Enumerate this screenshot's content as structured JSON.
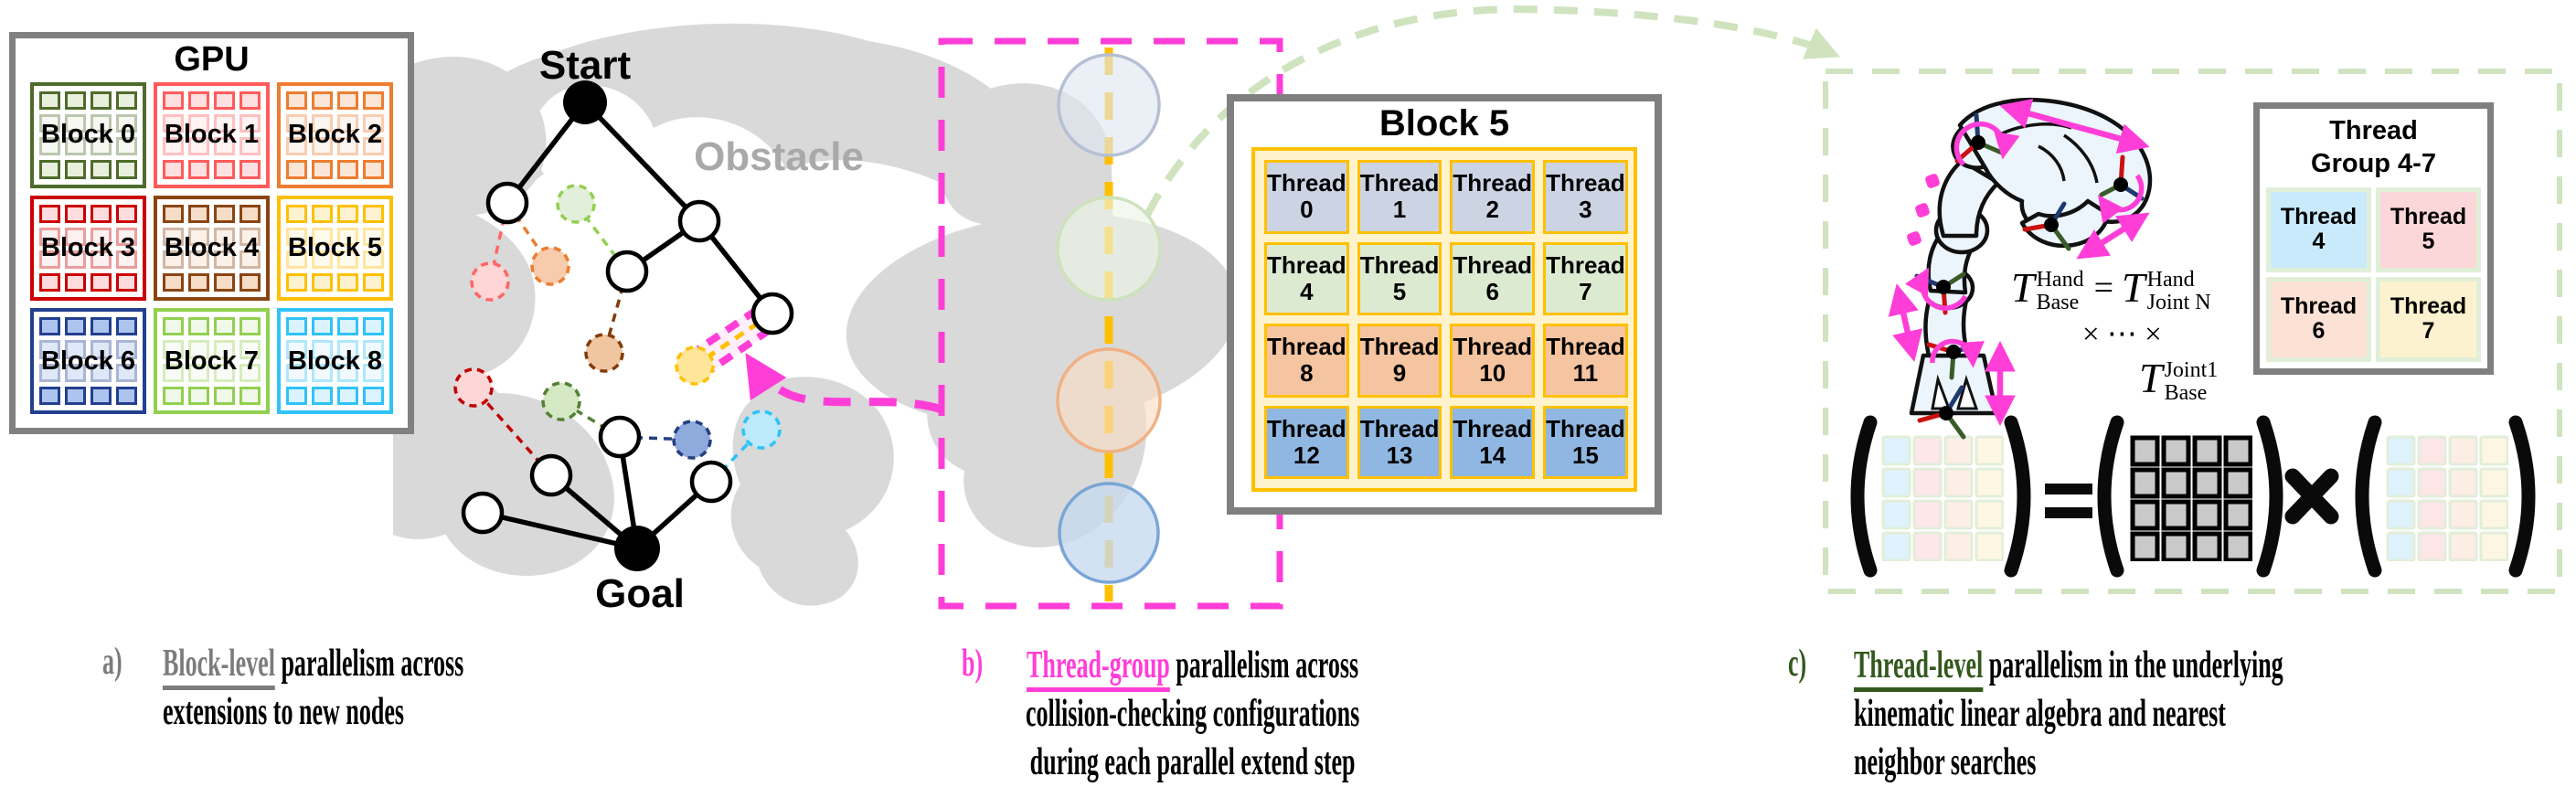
{
  "panel_a": {
    "gpu": {
      "title": "GPU",
      "block_labels": [
        "Block 0",
        "Block 1",
        "Block 2",
        "Block 3",
        "Block 4",
        "Block 5",
        "Block 6",
        "Block 7",
        "Block 8"
      ]
    },
    "tree": {
      "start": "Start",
      "obstacle": "Obstacle",
      "goal": "Goal"
    },
    "caption": {
      "label": "a)",
      "keyword": "Block-level",
      "line1_rest": "parallelism across",
      "line2": "extensions to new nodes"
    }
  },
  "panel_b": {
    "block5": {
      "title": "Block 5",
      "thread_word": "Thread",
      "thread_numbers": [
        "0",
        "1",
        "2",
        "3",
        "4",
        "5",
        "6",
        "7",
        "8",
        "9",
        "10",
        "11",
        "12",
        "13",
        "14",
        "15"
      ]
    },
    "caption": {
      "label": "b)",
      "keyword": "Thread-group",
      "line1_rest": "parallelism across",
      "line2": "collision-checking configurations",
      "line3": "during each parallel extend step"
    }
  },
  "panel_c": {
    "thread_group": {
      "title": "Thread Group 4-7",
      "thread_word": "Thread",
      "thread_numbers": [
        "4",
        "5",
        "6",
        "7"
      ]
    },
    "equation": {
      "t": "T",
      "sup_hand": "Hand",
      "sub_base": "Base",
      "equals": "=",
      "sub_jointn": "Joint N",
      "times_row": "× ⋯ ×",
      "sup_joint1": "Joint1",
      "sub_base2": "Base"
    },
    "caption": {
      "label": "c)",
      "keyword": "Thread-level",
      "line1_rest": "parallelism in the underlying",
      "line2": "kinematic linear algebra and nearest",
      "line3": "neighbor searches"
    }
  },
  "colors": {
    "panel_border_gray": "#7f7f7f",
    "magenta_accent": "#ff3ed8",
    "gold_accent": "#ffc000",
    "light_green_accent": "#cfe3bf",
    "dark_green_accent": "#33581d",
    "obstacle_gray": "#d9d9d9",
    "obstacle_label_gray": "#a9a9a9"
  }
}
